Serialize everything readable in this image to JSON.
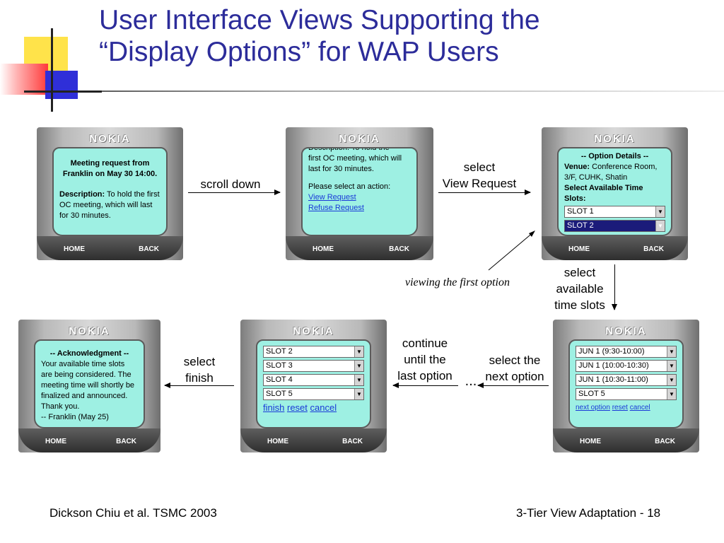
{
  "slide": {
    "title": "User Interface Views Supporting the\n“Display Options” for WAP Users",
    "footer_left": "Dickson Chiu et al. TSMC 2003",
    "footer_right": "3-Tier View Adaptation - 18"
  },
  "phone_common": {
    "brand": "NOKIA",
    "softkey_left": "HOME",
    "softkey_right": "BACK"
  },
  "phones": {
    "p1": {
      "heading": "Meeting request from Franklin on May 30 14:00.",
      "desc_label": "Description:",
      "desc_text": " To hold the first OC meeting, which will last for 30 minutes."
    },
    "p2": {
      "cut_top": "Description: To hold the",
      "desc_text": "first OC meeting, which will last for 30 minutes.",
      "prompt": "Please select an action:",
      "link1": "View Request",
      "link2": "Refuse Request"
    },
    "p3": {
      "heading": "-- Option Details --",
      "venue_label": "Venue:",
      "venue_text": " Conference Room, 3/F, CUHK, Shatin",
      "slots_label": "Select Available Time Slots:",
      "slot1": "SLOT 1",
      "slot2": "SLOT 2"
    },
    "p4": {
      "slots": [
        "JUN 1 (9:30-10:00)",
        "JUN 1 (10:00-10:30)",
        "JUN 1 (10:30-11:00)",
        "SLOT 5"
      ],
      "link_next": "next option",
      "link_reset": "reset",
      "link_cancel": "cancel"
    },
    "p5": {
      "slots": [
        "SLOT 2",
        "SLOT 3",
        "SLOT 4",
        "SLOT 5"
      ],
      "link_finish": "finish",
      "link_reset": "reset",
      "link_cancel": "cancel"
    },
    "p6": {
      "heading": "-- Acknowledgment --",
      "body": "Your available time slots are being considered. The meeting time will shortly be finalized and announced. Thank you.",
      "sign": "-- Franklin (May 25)"
    }
  },
  "annotations": {
    "scroll_down": "scroll down",
    "select_view": "select\nView Request",
    "viewing_first": "viewing the first option",
    "select_slots": "select\navailable\ntime slots",
    "select_next": "select the\nnext option",
    "ellipsis": "...",
    "continue": "continue\nuntil the\nlast option",
    "select_finish": "select\nfinish"
  }
}
